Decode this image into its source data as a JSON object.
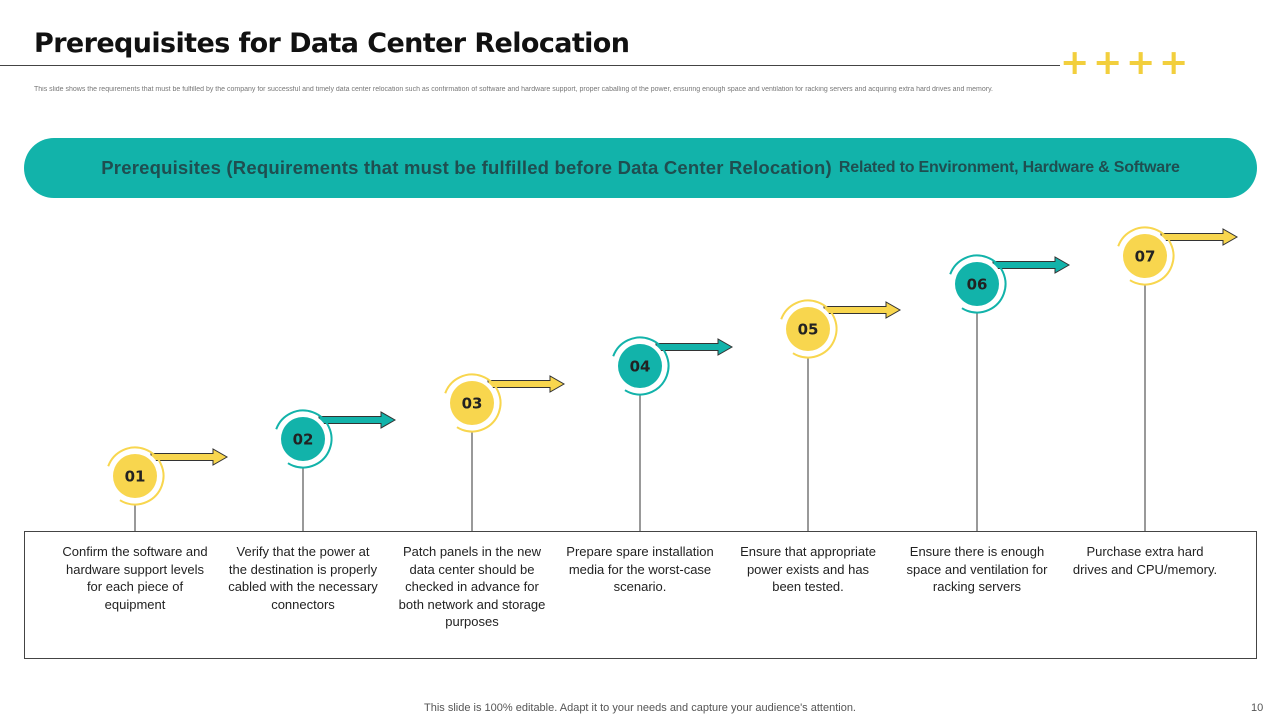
{
  "title": "Prerequisites for Data Center Relocation",
  "description": "This slide shows the requirements  that must be fulfilled by the company for successful and timely data center relocation  such as confirmation  of software and hardware  support, proper caballing  of the power, ensuring enough space and ventilation  for racking servers  and acquiring extra hard drives and memory.",
  "decoration": {
    "plus_symbols": [
      "+",
      "+",
      "+",
      "+"
    ]
  },
  "banner": {
    "main": "Prerequisites (Requirements that must be fulfilled before Data Center Relocation)",
    "sub": "Related to Environment, Hardware & Software"
  },
  "colors": {
    "teal": "#12b3aa",
    "yellow": "#f8d64e",
    "banner_text": "#1f4e50"
  },
  "steps": [
    {
      "number": "01",
      "color": "yellow",
      "text": "Confirm the software and hardware support levels for each piece of equipment"
    },
    {
      "number": "02",
      "color": "teal",
      "text": "Verify that the power at the destination is properly cabled with the necessary connectors"
    },
    {
      "number": "03",
      "color": "yellow",
      "text": "Patch panels in the new data center should be checked in advance for both network and storage purposes"
    },
    {
      "number": "04",
      "color": "teal",
      "text": "Prepare spare installation media for the worst-case scenario."
    },
    {
      "number": "05",
      "color": "yellow",
      "text": "Ensure that appropriate power exists and has been tested."
    },
    {
      "number": "06",
      "color": "teal",
      "text": "Ensure there is enough space and ventilation for racking servers"
    },
    {
      "number": "07",
      "color": "yellow",
      "text": "Purchase extra hard drives and CPU/memory."
    }
  ],
  "footer": "This slide is 100% editable. Adapt it to your needs and capture your audience's attention.",
  "page_number": "10"
}
